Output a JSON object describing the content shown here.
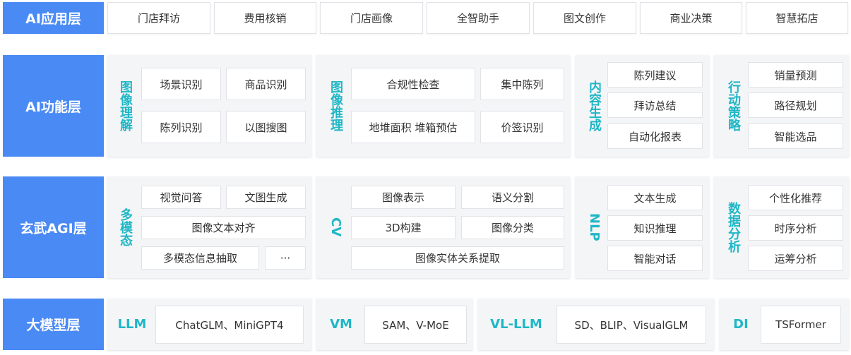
{
  "layers": {
    "app": {
      "label": "AI应用层",
      "items": [
        "门店拜访",
        "费用核销",
        "门店画像",
        "全智助手",
        "图文创作",
        "商业决策",
        "智慧拓店"
      ]
    },
    "function": {
      "label": "AI功能层",
      "groups": [
        {
          "title": "图像理解",
          "items": [
            "场景识别",
            "商品识别",
            "陈列识别",
            "以图搜图"
          ]
        },
        {
          "title": "图像推理",
          "items": [
            "合规性检查",
            "集中陈列",
            "地堆面积 堆箱预估",
            "价签识别"
          ]
        },
        {
          "title": "内容生成",
          "items": [
            "陈列建议",
            "拜访总结",
            "自动化报表"
          ]
        },
        {
          "title": "行动策略",
          "items": [
            "销量预测",
            "路径规划",
            "智能选品"
          ]
        }
      ]
    },
    "agi": {
      "label": "玄武AGI层",
      "groups": [
        {
          "title": "多模态",
          "items": [
            "视觉问答",
            "文图生成",
            "图像文本对齐",
            "多模态信息抽取",
            "···"
          ]
        },
        {
          "title": "CV",
          "items": [
            "图像表示",
            "语义分割",
            "3D构建",
            "图像分类",
            "图像实体关系提取"
          ]
        },
        {
          "title": "NLP",
          "items": [
            "文本生成",
            "知识推理",
            "智能对话"
          ]
        },
        {
          "title": "数据分析",
          "items": [
            "个性化推荐",
            "时序分析",
            "运筹分析"
          ]
        }
      ]
    },
    "model": {
      "label": "大模型层",
      "groups": [
        {
          "title": "LLM",
          "items": [
            "ChatGLM、MiniGPT4"
          ]
        },
        {
          "title": "VM",
          "items": [
            "SAM、V-MoE"
          ]
        },
        {
          "title": "VL-LLM",
          "items": [
            "SD、BLIP、VisualGLM"
          ]
        },
        {
          "title": "DI",
          "items": [
            "TSFormer"
          ]
        }
      ]
    }
  },
  "colors": {
    "label_bg": "#4a8af4",
    "accent": "#1fb7c6",
    "panel_bg": "#f4f5f7",
    "box_border": "#e1e3e7"
  }
}
